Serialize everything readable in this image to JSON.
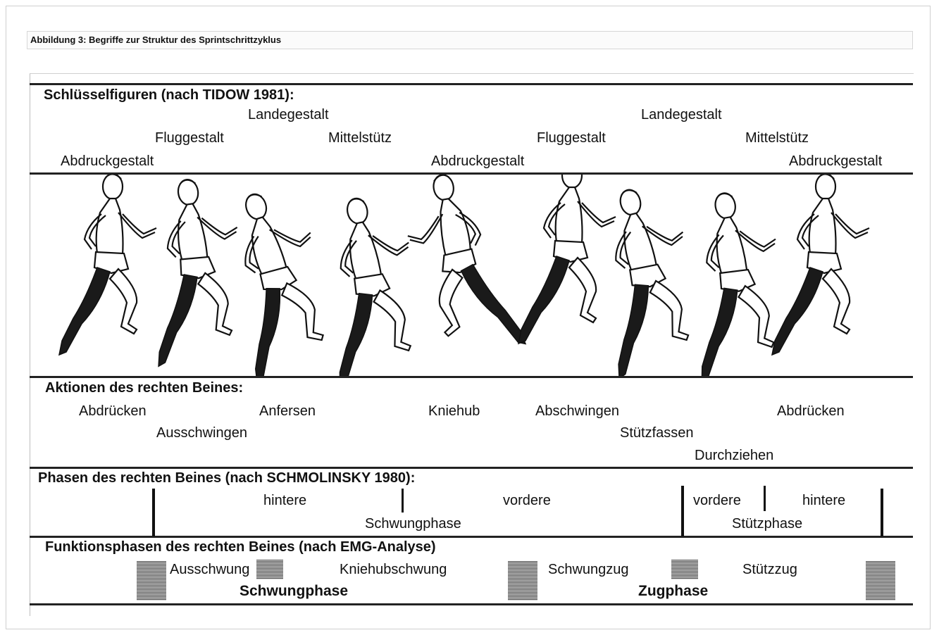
{
  "caption": "Abbildung 3: Begriffe zur Struktur des Sprintschrittzyklus",
  "sections": {
    "key_figures": {
      "header": "Schlüsselfiguren (nach TIDOW 1981):",
      "labels": [
        "Landegestalt",
        "Fluggestalt",
        "Mittelstütz",
        "Abdruckgestalt",
        "Fluggestalt",
        "Abdruckgestalt",
        "Landegestalt",
        "Mittelstütz",
        "Abdruckgestalt"
      ]
    },
    "actions": {
      "header": "Aktionen des rechten Beines:",
      "labels": [
        "Abdrücken",
        "Anfersen",
        "Kniehub",
        "Abschwingen",
        "Abdrücken",
        "Ausschwingen",
        "Stützfassen",
        "Durchziehen"
      ]
    },
    "phases": {
      "header": "Phasen des rechten Beines (nach SCHMOLINSKY 1980):",
      "labels": [
        "hintere",
        "vordere",
        "vordere",
        "hintere",
        "Schwungphase",
        "Stützphase"
      ]
    },
    "function_phases": {
      "header": "Funktionsphasen des rechten Beines (nach EMG-Analyse)",
      "labels": [
        "Ausschwung",
        "Kniehubschwung",
        "Schwungzug",
        "Stützzug"
      ],
      "groups": [
        "Schwungphase",
        "Zugphase"
      ]
    }
  },
  "colors": {
    "ink": "#111111",
    "leg": "#1a1a1a",
    "frame": "#cfcfcf"
  }
}
